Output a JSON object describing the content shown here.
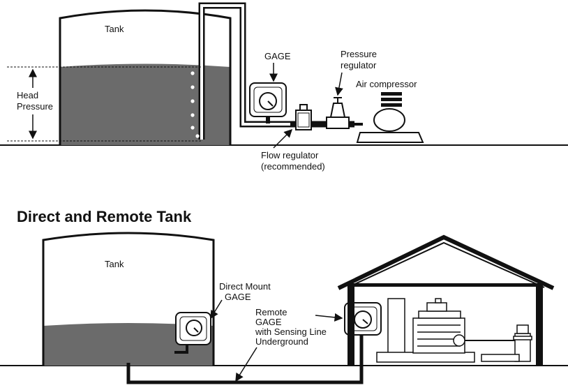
{
  "top_diagram": {
    "tank_label": "Tank",
    "head_pressure_label_line1": "Head",
    "head_pressure_label_line2": "Pressure",
    "gage_label": "GAGE",
    "pressure_regulator_line1": "Pressure",
    "pressure_regulator_line2": "regulator",
    "air_compressor_label": "Air compressor",
    "flow_regulator_line1": "Flow regulator",
    "flow_regulator_line2": "(recommended)"
  },
  "section_title": "Direct and Remote Tank",
  "bottom_diagram": {
    "tank_label": "Tank",
    "direct_mount_line1": "Direct Mount",
    "direct_mount_line2": "GAGE",
    "remote_line1": "Remote",
    "remote_line2": "GAGE",
    "remote_line3": "with Sensing Line",
    "remote_line4": "Underground"
  },
  "colors": {
    "liquid": "#6b6b6b",
    "ink": "#111111",
    "background": "#ffffff"
  }
}
